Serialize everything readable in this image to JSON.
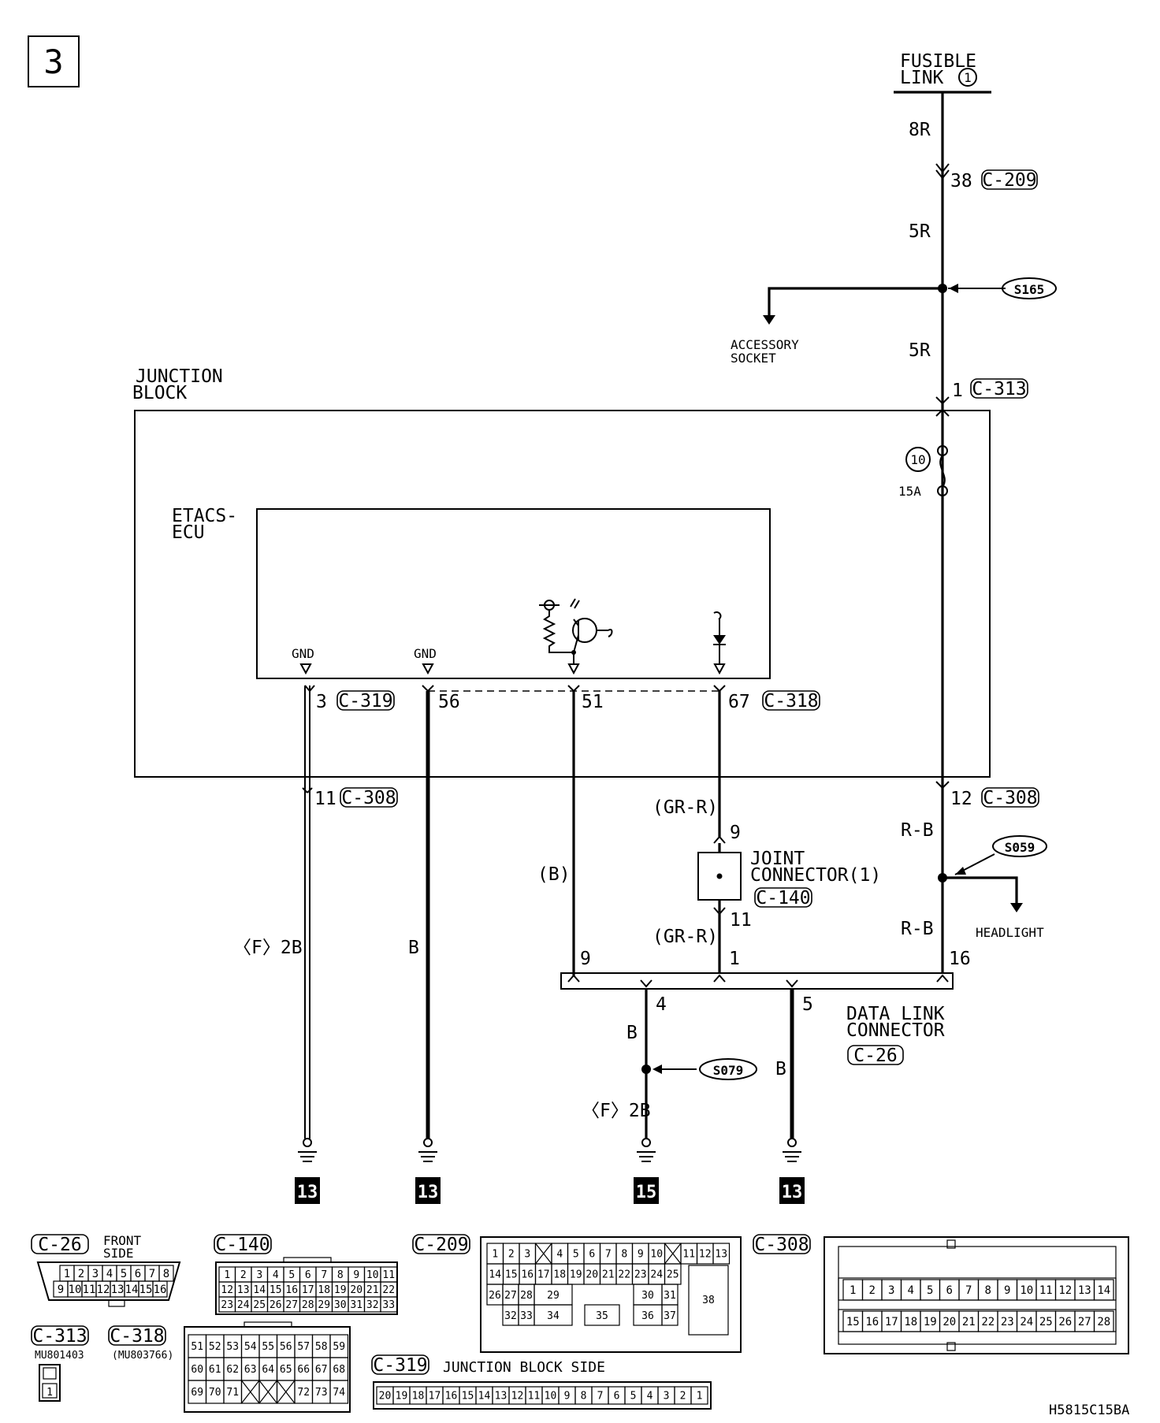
{
  "page_number": "3",
  "fusible_link": {
    "line1": "FUSIBLE",
    "line2": "LINK",
    "num": "1"
  },
  "wires": {
    "top1": "8R",
    "top2": "5R",
    "top3": "5R",
    "r_b_1": "R-B",
    "r_b_2": "R-B",
    "f2b_left": "〈F〉2B",
    "b_left": "B",
    "b_mid": "(B)",
    "gr_r_1": "(GR-R)",
    "gr_r_2": "(GR-R)",
    "b_dl4": "B",
    "f2b_dl4": "〈F〉2B",
    "b_dl5": "B"
  },
  "pins": {
    "c209_38": "38",
    "c313_1": "1",
    "c319_3": "3",
    "p56": "56",
    "p51": "51",
    "c318_67": "67",
    "c308_11": "11",
    "c308_12": "12",
    "jc_9": "9",
    "jc_11": "11",
    "dl_9": "9",
    "dl_1": "1",
    "dl_16": "16",
    "dl_4": "4",
    "dl_5": "5"
  },
  "connectors": {
    "c209": "C-209",
    "c313": "C-313",
    "c319": "C-319",
    "c318": "C-318",
    "c308a": "C-308",
    "c308b": "C-308",
    "c140": "C-140",
    "c26": "C-26"
  },
  "splices": {
    "s165": "S165",
    "s059": "S059",
    "s079": "S079"
  },
  "labels": {
    "accessory_1": "ACCESSORY",
    "accessory_2": "SOCKET",
    "junction_1": "JUNCTION",
    "junction_2": "BLOCK",
    "etacs_1": "ETACS-",
    "etacs_2": "ECU",
    "gnd_1": "GND",
    "gnd_2": "GND",
    "fuse_num": "10",
    "fuse_amp": "15A",
    "joint_1": "JOINT",
    "joint_2": "CONNECTOR(1)",
    "headlight": "HEADLIGHT",
    "dlc_1": "DATA LINK",
    "dlc_2": "CONNECTOR"
  },
  "grounds": {
    "g1": "13",
    "g2": "13",
    "g3": "15",
    "g4": "13"
  },
  "footer": {
    "c26": "C-26",
    "front_1": "FRONT",
    "front_2": "SIDE",
    "c140": "C-140",
    "c209": "C-209",
    "c308": "C-308",
    "c313": "C-313",
    "c313_part": "MU801403",
    "c318": "C-318",
    "c318_part": "(MU803766)",
    "c319": "C-319",
    "jb_side": "JUNCTION BLOCK SIDE",
    "code": "H5815C15BA",
    "c26_row1": [
      "1",
      "2",
      "3",
      "4",
      "5",
      "6",
      "7",
      "8"
    ],
    "c26_row2": [
      "9",
      "10",
      "11",
      "12",
      "13",
      "14",
      "15",
      "16"
    ],
    "c140_rows": [
      [
        "1",
        "2",
        "3",
        "4",
        "5",
        "6",
        "7",
        "8",
        "9",
        "10",
        "11"
      ],
      [
        "12",
        "13",
        "14",
        "15",
        "16",
        "17",
        "18",
        "19",
        "20",
        "21",
        "22"
      ],
      [
        "23",
        "24",
        "25",
        "26",
        "27",
        "28",
        "29",
        "30",
        "31",
        "32",
        "33"
      ]
    ],
    "c209_cells": [
      [
        "1",
        "2",
        "3",
        "",
        "4",
        "5",
        "6",
        "7",
        "8",
        "9",
        "10",
        "",
        "11",
        "12",
        "13"
      ],
      [
        "14",
        "15",
        "16",
        "17",
        "18",
        "19",
        "20",
        "21",
        "22",
        "23",
        "24",
        "25"
      ],
      [
        "26",
        "27",
        "28",
        "29",
        "30",
        "31"
      ],
      [
        "32",
        "33",
        "34",
        "35",
        "36",
        "37"
      ],
      [
        "38"
      ]
    ],
    "c308_row1": [
      "1",
      "2",
      "3",
      "4",
      "5",
      "6",
      "7",
      "8",
      "9",
      "10",
      "11",
      "12",
      "13",
      "14"
    ],
    "c308_row2": [
      "15",
      "16",
      "17",
      "18",
      "19",
      "20",
      "21",
      "22",
      "23",
      "24",
      "25",
      "26",
      "27",
      "28"
    ],
    "c313_pin": "1",
    "c318_rows": [
      [
        "51",
        "52",
        "53",
        "54",
        "55",
        "56",
        "57",
        "58",
        "59"
      ],
      [
        "60",
        "61",
        "62",
        "63",
        "64",
        "65",
        "66",
        "67",
        "68"
      ],
      [
        "69",
        "70",
        "71",
        "",
        "",
        "",
        "72",
        "73",
        "74"
      ]
    ],
    "c319_row": [
      "20",
      "19",
      "18",
      "17",
      "16",
      "15",
      "14",
      "13",
      "12",
      "11",
      "10",
      "9",
      "8",
      "7",
      "6",
      "5",
      "4",
      "3",
      "2",
      "1"
    ]
  }
}
